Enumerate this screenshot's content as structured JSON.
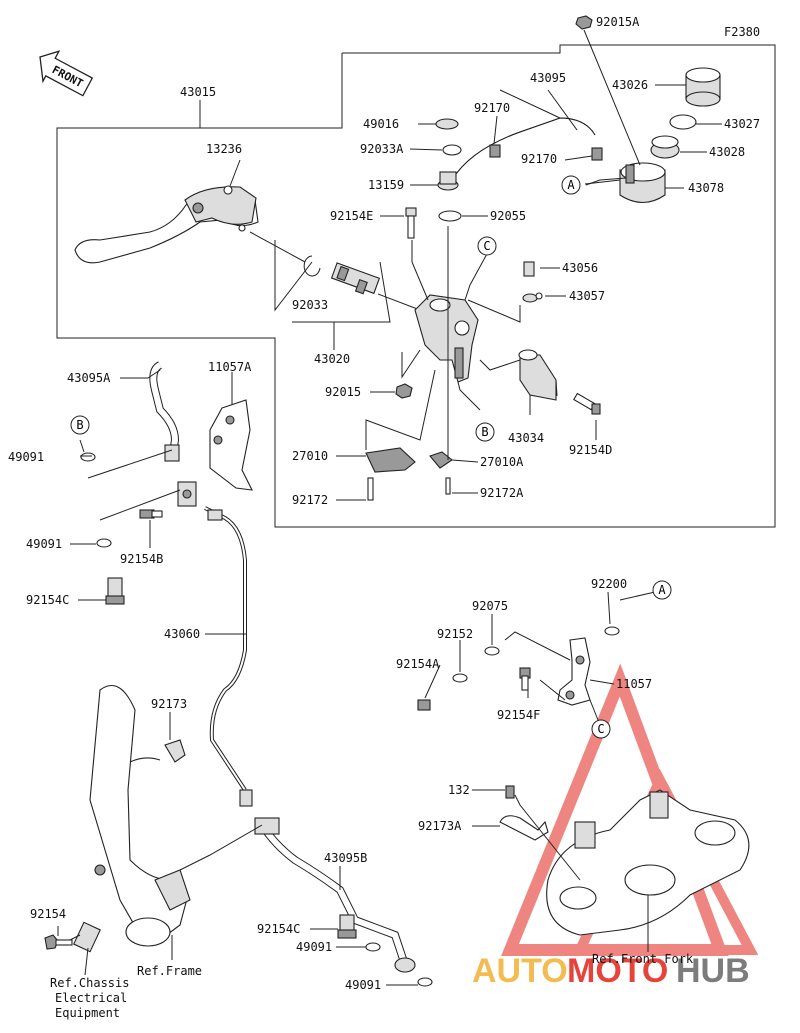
{
  "figure_code": "F2380",
  "front_label": "FRONT",
  "watermark": {
    "left": "AUTO",
    "mid": "MOTO",
    "right": "HUB"
  },
  "callouts": {
    "a": "A",
    "b": "B",
    "c": "C"
  },
  "parts": {
    "p92015A": "92015A",
    "p43015": "43015",
    "p43095": "43095",
    "p43026": "43026",
    "p49016": "49016",
    "p92170a": "92170",
    "p43027": "43027",
    "p92033A": "92033A",
    "p13236": "13236",
    "p92170b": "92170",
    "p43028": "43028",
    "p13159": "13159",
    "p43078": "43078",
    "p92154E": "92154E",
    "p92055": "92055",
    "p43056": "43056",
    "p43057": "43057",
    "p92033": "92033",
    "p43020": "43020",
    "p43095A": "43095A",
    "p11057A": "11057A",
    "p92015": "92015",
    "p43034": "43034",
    "p49091a": "49091",
    "p92154D": "92154D",
    "p27010": "27010",
    "p27010A": "27010A",
    "p92172": "92172",
    "p92172A": "92172A",
    "p49091b": "49091",
    "p92154B": "92154B",
    "p92154C": "92154C",
    "p92200": "92200",
    "p92075": "92075",
    "p92152": "92152",
    "p43060": "43060",
    "p92154A": "92154A",
    "p11057": "11057",
    "p92154F": "92154F",
    "p92173": "92173",
    "p132": "132",
    "p92173A": "92173A",
    "p43095B": "43095B",
    "p92154": "92154",
    "p92154C2": "92154C",
    "p49091c": "49091",
    "p49091d": "49091",
    "ref_chassis": "Ref.Chassis",
    "ref_electrical": "Electrical",
    "ref_equipment": "Equipment",
    "ref_frame": "Ref.Frame",
    "ref_front_fork": "Ref.Front Fork"
  }
}
